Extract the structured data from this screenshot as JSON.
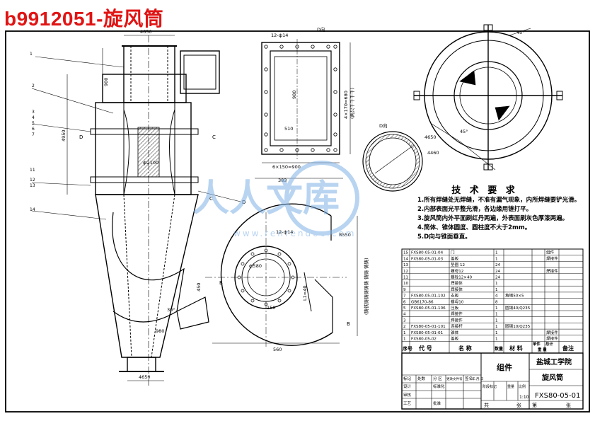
{
  "header": {
    "title": "b9912051-旋风筒",
    "title_color": "#e01414"
  },
  "watermark": {
    "cn": "人人文库",
    "url": "www.renrendoc.com",
    "color": "#7fb2e6"
  },
  "dims": {
    "top_w": "4650",
    "pipe_h": "900",
    "h_total": "4950",
    "inner_d": "ф2100",
    "bot_w": "4650",
    "angle_30": "30°",
    "d_980": "980",
    "d_450": "450",
    "plate_top": "12-ф14",
    "plate_w": "510",
    "plate_h": "980",
    "plate_bolt": "6×150=900",
    "plate_outer": "383",
    "plate_side": "4×170=680",
    "plate_side_note": "(两只千千千千)",
    "view_d": "D向",
    "view_d2": "D向",
    "view_c": "C向",
    "ring_d1": "4650",
    "ring_d2": "4460",
    "flange": "ф580",
    "flange_bolt": "12-ф14",
    "spiral_h": "L1=40",
    "spiral_d1": "150",
    "spiral_w": "560",
    "spiral_r": "R550",
    "spiral_note": "(铸铁铸铸铸铸铸 铸铸 铸铸)",
    "ang_45": "45°",
    "ang_45b": "45°"
  },
  "labels": {
    "b_a": "B",
    "b_b": "B",
    "c1": "C",
    "c2": "C",
    "d1": "D",
    "d2": "D",
    "n1": "1",
    "n2": "2",
    "n3": "3",
    "n4": "4",
    "n5": "5",
    "n6": "6",
    "n7": "7",
    "n11": "11",
    "n12": "12",
    "n13": "13",
    "n14": "14"
  },
  "tech": {
    "heading": "技 术 要 求",
    "items": [
      "1.所有焊缝处无焊缝，不准有漏气现象，内所焊缝要铲光滑。",
      "2.内部表面光平整光滑，各边缘用锉打平。",
      "3.旋风筒内外平面刷红丹两遍，外表面刷灰色厚漆两遍。",
      "4.筒体、锥体圆度、圆柱度不大于2mm。",
      "5.D向与锥面垂直。"
    ]
  },
  "bom": {
    "rows": [
      {
        "n": "15",
        "code": "FXS80-05-01-04",
        "name": "门",
        "qty": "1",
        "mat": "",
        "note": "组件"
      },
      {
        "n": "14",
        "code": "FXS80-05-01-03",
        "name": "盖板",
        "qty": "1",
        "mat": "",
        "note": "焊接件"
      },
      {
        "n": "13",
        "code": "",
        "name": "垫圈 12",
        "qty": "24",
        "mat": "",
        "note": ""
      },
      {
        "n": "12",
        "code": "",
        "name": "螺母12",
        "qty": "24",
        "mat": "",
        "note": "焊接件"
      },
      {
        "n": "11",
        "code": "",
        "name": "螺栓12×40",
        "qty": "24",
        "mat": "",
        "note": ""
      },
      {
        "n": "10",
        "code": "",
        "name": "焊接体",
        "qty": "1",
        "mat": "",
        "note": ""
      },
      {
        "n": "9",
        "code": "",
        "name": "焊接体",
        "qty": "1",
        "mat": "",
        "note": ""
      },
      {
        "n": "7",
        "code": "FXS80-05-01-102",
        "name": "支板",
        "qty": "4",
        "mat": "角钢50×5",
        "note": ""
      },
      {
        "n": "6",
        "code": "GB6170-86",
        "name": "螺母10",
        "qty": "8",
        "mat": "",
        "note": ""
      },
      {
        "n": "5",
        "code": "FXS80-05-01-106",
        "name": "压板",
        "qty": "1",
        "mat": "圆钢40/Q235",
        "note": ""
      },
      {
        "n": "4",
        "code": "",
        "name": "焊接件",
        "qty": "1",
        "mat": "",
        "note": ""
      },
      {
        "n": "3",
        "code": "",
        "name": "焊接件",
        "qty": "1",
        "mat": "",
        "note": ""
      },
      {
        "n": "2",
        "code": "FXS80-05-01-101",
        "name": "连接杆",
        "qty": "1",
        "mat": "圆钢10/Q235",
        "note": ""
      },
      {
        "n": "1",
        "code": "FXS80-05-01-01",
        "name": "锥体",
        "qty": "1",
        "mat": "",
        "note": "焊接件"
      },
      {
        "n": "1",
        "code": "FXS80-05-02",
        "name": "盖板",
        "qty": "1",
        "mat": "",
        "note": "焊接件"
      }
    ],
    "header": {
      "n": "序号",
      "code": "代 号",
      "name": "名 称",
      "qty": "数量",
      "mat": "材 料",
      "unit": "单件",
      "total": "总计",
      "weight": "重 量",
      "note": "备注"
    }
  },
  "titleblock": {
    "school": "盐城工学院",
    "part_type": "组件",
    "part_name": "旋风筒",
    "drawing_no": "FXS80-05-01",
    "scale": "1:10",
    "row_labels": [
      "标记",
      "处数",
      "分 区",
      "更改文件号",
      "签名",
      "年.月.日"
    ],
    "design": "设计",
    "standard": "标准化",
    "review": "审核",
    "process": "工艺",
    "approve": "批准",
    "stage": "阶段标记",
    "weight": "重量",
    "ratio": "比例",
    "sheets_total": "共",
    "sheets_unit": "张",
    "sheet_no": "第",
    "sheet_unit": "张"
  }
}
